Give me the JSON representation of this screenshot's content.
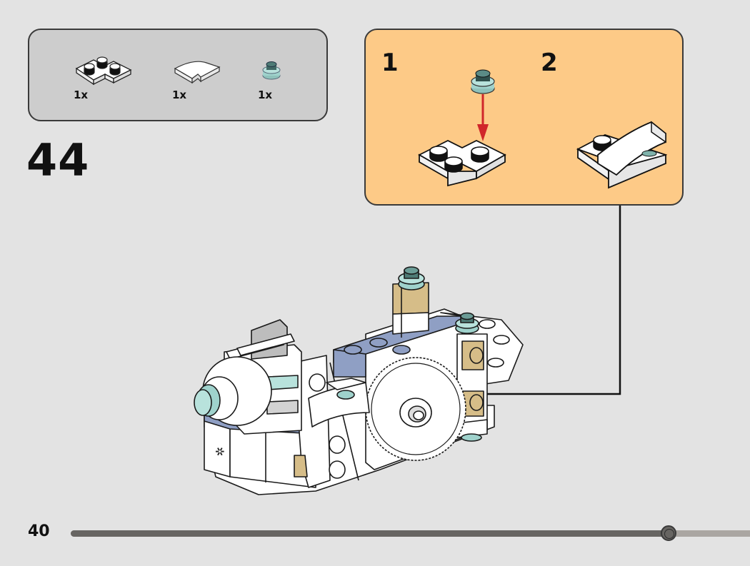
{
  "page": {
    "number": "40",
    "step_number": "44",
    "background_color": "#e3e3e3"
  },
  "parts_list": {
    "items": [
      {
        "name": "plate-2x2-corner-white",
        "quantity": "1x",
        "color": "#ffffff"
      },
      {
        "name": "slope-curved-2x1-white",
        "quantity": "1x",
        "color": "#ffffff"
      },
      {
        "name": "plate-round-1x1-trans-light-blue",
        "quantity": "1x",
        "color": "#9fd2cc"
      }
    ]
  },
  "callout": {
    "background_color": "#fdca87",
    "substeps": [
      {
        "label": "1",
        "description": "attach round plate to corner plate"
      },
      {
        "label": "2",
        "description": "attach curved slope"
      }
    ],
    "arrow_color": "#d0262a"
  },
  "progress": {
    "value_fraction": 0.88,
    "track_color": "#aaa6a2",
    "fill_color": "#676562"
  },
  "colors": {
    "accent_blue": "#8f9fc4",
    "tan": "#d6bd88",
    "trans_light_blue": "#9fd2cc"
  }
}
